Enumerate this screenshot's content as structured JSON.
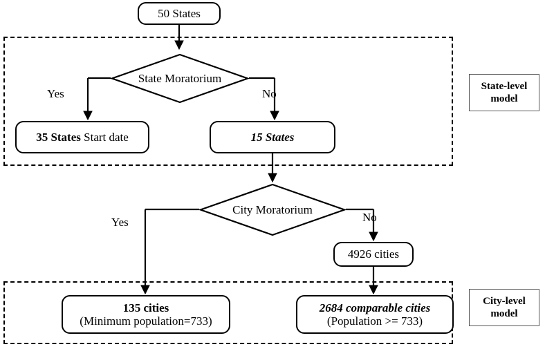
{
  "diagram": {
    "title": "Moratorium sample selection flowchart",
    "stroke_color": "#000000",
    "background_color": "#ffffff",
    "legend_border_color": "#555555"
  },
  "nodes": {
    "root": {
      "label": "50 States",
      "style": "normal"
    },
    "state_decision": {
      "label": "State Moratorium"
    },
    "states_with_moratorium": {
      "line1": "35 States",
      "line2": "Start date"
    },
    "states_without_moratorium": {
      "label": "15 States"
    },
    "city_decision": {
      "label": "City Moratorium"
    },
    "cities_pool": {
      "label": "4926 cities"
    },
    "cities_with_moratorium": {
      "line1": "135 cities",
      "line2": "(Minimum population=733)"
    },
    "cities_comparable": {
      "line1": "2684 comparable cities",
      "line2": "(Population >= 733)"
    }
  },
  "edges": {
    "state_yes": "Yes",
    "state_no": "No",
    "city_yes": "Yes",
    "city_no": "No"
  },
  "groups": {
    "state_level": {
      "legend_line1": "State-level",
      "legend_line2": "model"
    },
    "city_level": {
      "legend_line1": "City-level",
      "legend_line2": "model"
    }
  }
}
